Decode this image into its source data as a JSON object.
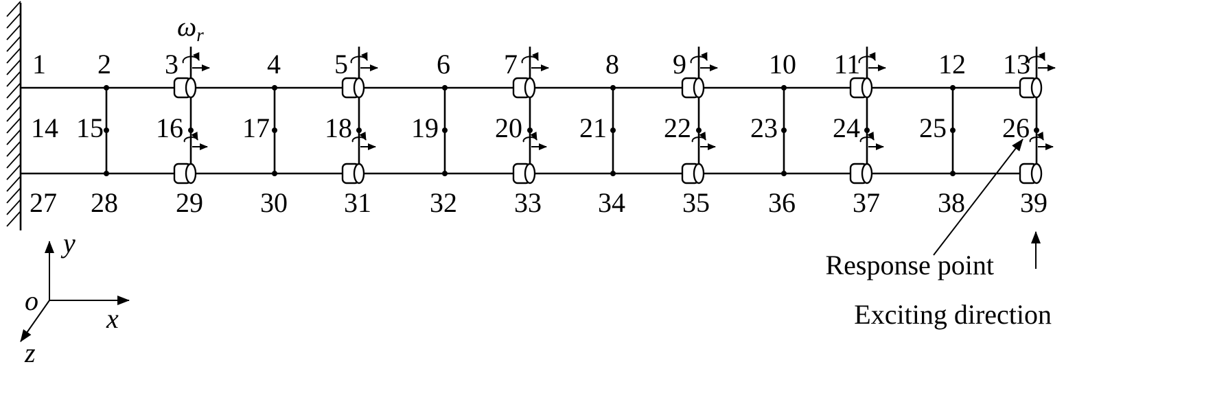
{
  "figure": {
    "rotor_speed_symbol": "ω",
    "rotor_speed_subscript": "r",
    "axis_labels": {
      "origin": "o",
      "x": "x",
      "y": "y",
      "z": "z"
    },
    "annotations": {
      "response_point": "Response point",
      "exciting_direction": "Exciting direction"
    },
    "nodes": {
      "top": [
        "1",
        "2",
        "3",
        "4",
        "5",
        "6",
        "7",
        "8",
        "9",
        "10",
        "11",
        "12",
        "13"
      ],
      "middle": [
        "14",
        "15",
        "16",
        "17",
        "18",
        "19",
        "20",
        "21",
        "22",
        "23",
        "24",
        "25",
        "26"
      ],
      "bottom": [
        "27",
        "28",
        "29",
        "30",
        "31",
        "32",
        "33",
        "34",
        "35",
        "36",
        "37",
        "38",
        "39"
      ]
    }
  }
}
